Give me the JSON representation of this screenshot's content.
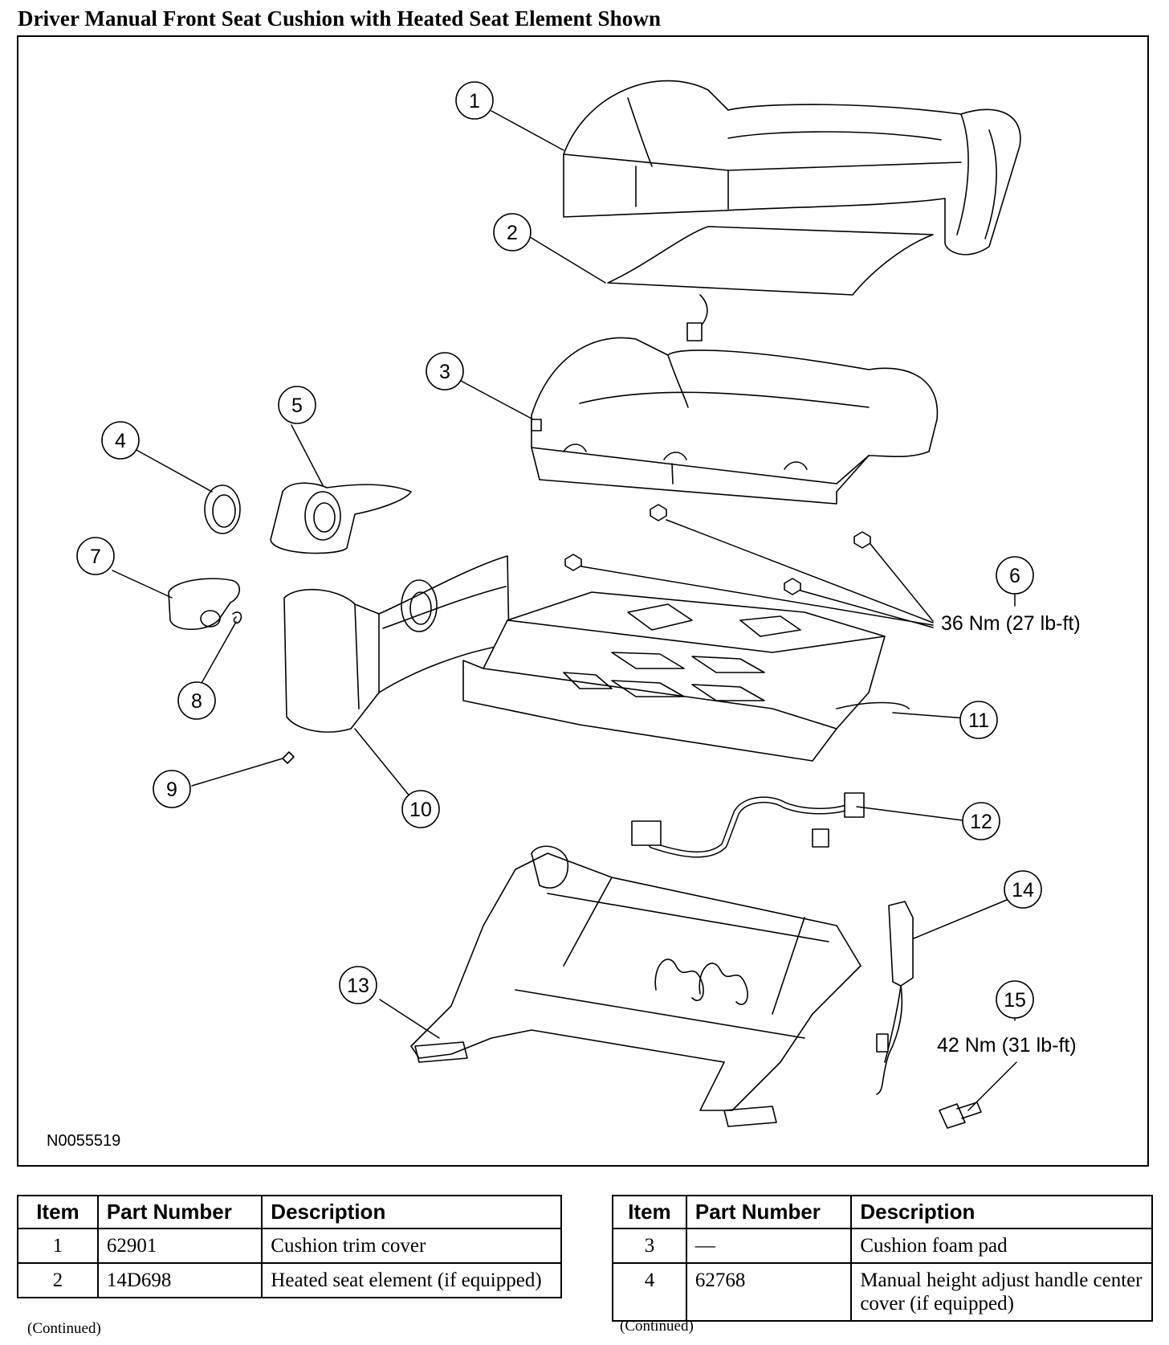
{
  "title": "Driver Manual Front Seat Cushion with Heated Seat Element Shown",
  "figure_id": "N0055519",
  "callouts": [
    "1",
    "2",
    "3",
    "4",
    "5",
    "6",
    "7",
    "8",
    "9",
    "10",
    "11",
    "12",
    "13",
    "14",
    "15"
  ],
  "torque": {
    "item6": "36 Nm (27 lb-ft)",
    "item15": "42 Nm (31 lb-ft)"
  },
  "tables": [
    {
      "headers": {
        "item": "Item",
        "part": "Part Number",
        "desc": "Description"
      },
      "rows": [
        {
          "item": "1",
          "part": "62901",
          "desc": "Cushion trim cover"
        },
        {
          "item": "2",
          "part": "14D698",
          "desc": "Heated seat element (if equipped)"
        }
      ],
      "footer": "(Continued)"
    },
    {
      "headers": {
        "item": "Item",
        "part": "Part Number",
        "desc": "Description"
      },
      "rows": [
        {
          "item": "3",
          "part": "—",
          "desc": "Cushion foam pad"
        },
        {
          "item": "4",
          "part": "62768",
          "desc": "Manual height adjust handle center cover (if equipped)"
        }
      ],
      "footer": "(Continued)"
    }
  ]
}
